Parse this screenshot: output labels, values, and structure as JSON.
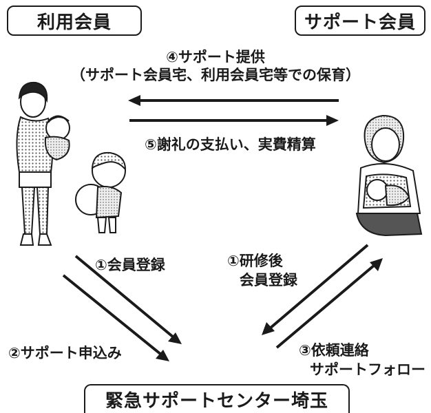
{
  "roles": {
    "user_member": "利用会員",
    "support_member": "サポート会員",
    "center": "緊急サポートセンター埼玉"
  },
  "flows": {
    "support_provision_title": "④サポート提供",
    "support_provision_detail": "（サポート会員宅、利用会員宅等での保育）",
    "payment": "⑤謝礼の支払い、実費精算",
    "user_registration": "①会員登録",
    "support_registration_line1": "①研修後",
    "support_registration_line2": "会員登録",
    "support_application": "②サポート申込み",
    "request_line1": "③依頼連絡",
    "request_line2": "サポートフォロー"
  }
}
